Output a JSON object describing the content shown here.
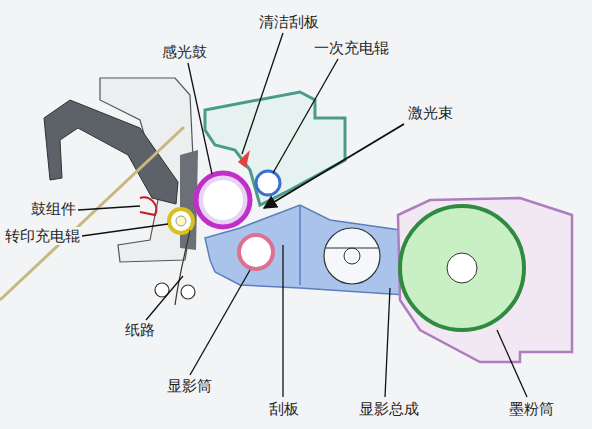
{
  "diagram": {
    "labels": [
      "感光鼓",
      "清洁刮板",
      "一次充电辊",
      "激光束",
      "鼓组件",
      "转印充电辊",
      "纸路",
      "显影筒",
      "刮板",
      "显影总成",
      "墨粉筒"
    ]
  }
}
